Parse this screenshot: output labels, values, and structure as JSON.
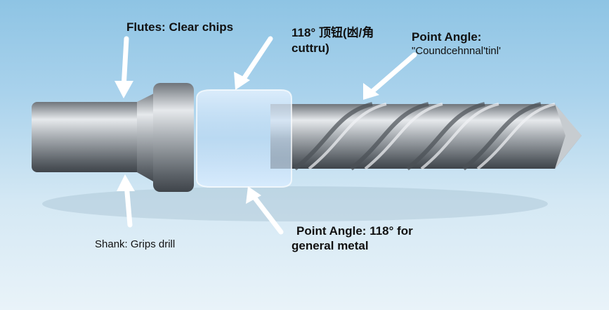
{
  "labels": {
    "flutes": "Flutes: Clear chips",
    "cutter_line1": "118° 顶钮(凼/角",
    "cutter_line2": "cuttru)",
    "point_angle_top_title": "Point Angle:",
    "point_angle_top_sub": "\"Coundcehnnal'tinl'",
    "shank": "Shank: Grips drill",
    "point_angle_bottom_line1": "Point Angle:  118° for",
    "point_angle_bottom_line2": "general metal"
  },
  "colors": {
    "arrow": "#ffffff",
    "metal": "#9aa0a6",
    "sleeve": "#cfe6ff"
  }
}
